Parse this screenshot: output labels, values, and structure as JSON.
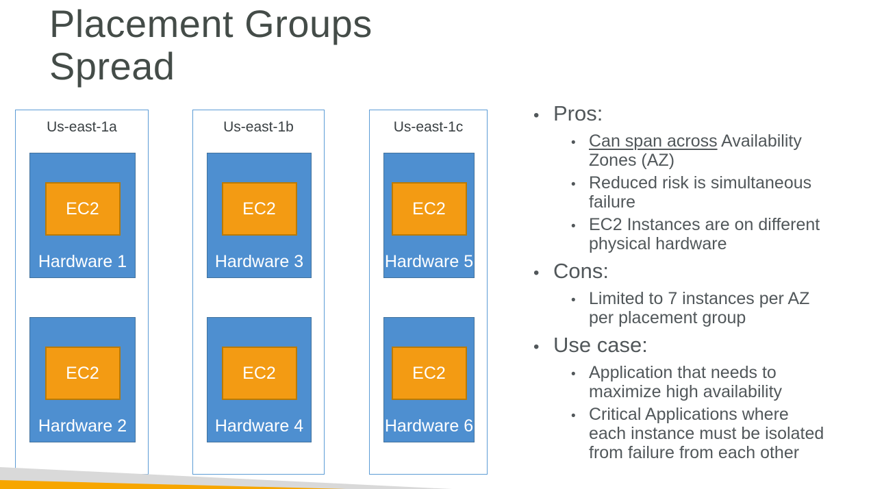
{
  "slide": {
    "title_line1": "Placement Groups",
    "title_line2": "Spread",
    "colors": {
      "hardware_blue": "#4e8fd0",
      "hardware_blue_border": "#41719c",
      "az_border_blue": "#5b9bd5",
      "ec2_orange": "#f39b13",
      "ec2_orange_border": "#b97a05",
      "wedge_orange": "#f7a600",
      "wedge_gray": "#d9d9d9",
      "title_text": "#444c48",
      "body_text": "#51575a"
    }
  },
  "zones": [
    {
      "name": "Us-east-1a",
      "hardware": [
        {
          "label": "Hardware 1",
          "instance": "EC2"
        },
        {
          "label": "Hardware 2",
          "instance": "EC2"
        }
      ]
    },
    {
      "name": "Us-east-1b",
      "hardware": [
        {
          "label": "Hardware 3",
          "instance": "EC2"
        },
        {
          "label": "Hardware 4",
          "instance": "EC2"
        }
      ]
    },
    {
      "name": "Us-east-1c",
      "hardware": [
        {
          "label": "Hardware 5",
          "instance": "EC2"
        },
        {
          "label": "Hardware 6",
          "instance": "EC2"
        }
      ]
    }
  ],
  "bullets": {
    "marker": "•",
    "sections": [
      {
        "label": "Pros:",
        "items": [
          {
            "underlined": "Can span across",
            "rest": " Availability\nZones (AZ)"
          },
          {
            "text": "Reduced risk is simultaneous\nfailure"
          },
          {
            "text": "EC2 Instances are on different\nphysical hardware"
          }
        ]
      },
      {
        "label": "Cons:",
        "items": [
          {
            "text": "Limited to 7 instances per AZ\nper placement group"
          }
        ]
      },
      {
        "label": "Use case:",
        "items": [
          {
            "text": "Application that needs to\nmaximize high availability"
          },
          {
            "text": "Critical Applications where\neach instance must be isolated\nfrom failure from each other"
          }
        ]
      }
    ]
  }
}
